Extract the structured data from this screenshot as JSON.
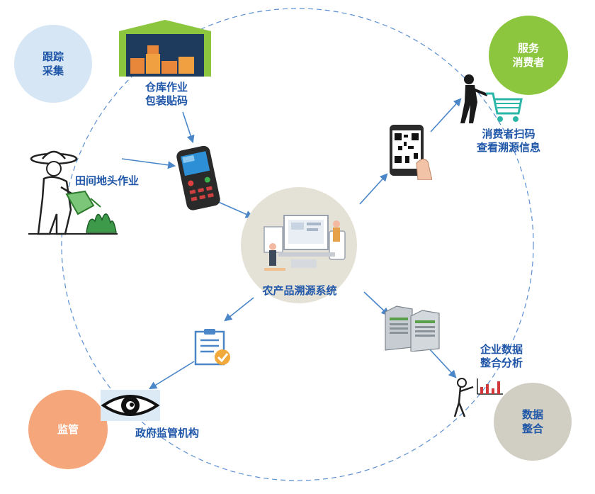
{
  "corner_circles": {
    "track": {
      "line1": "跟踪",
      "line2": "采集",
      "color": "#d6e6f4",
      "text_color": "#1f56a8"
    },
    "serve": {
      "line1": "服务",
      "line2": "消费者",
      "color": "#8cc63f",
      "text_color": "#ffffff"
    },
    "supervise": {
      "line1": "监管",
      "color": "#f5a67a",
      "text_color": "#ffffff"
    },
    "integrate": {
      "line1": "数据",
      "line2": "整合",
      "color": "#d1cfc4",
      "text_color": "#1f56a8"
    }
  },
  "center": {
    "label": "农产品溯源系统",
    "color": "#e4e1d6"
  },
  "nodes": {
    "warehouse": {
      "line1": "仓库作业",
      "line2": "包装贴码",
      "icon": "warehouse-icon"
    },
    "field": {
      "line1": "田间地头作业",
      "icon": "farmer-watering-icon"
    },
    "consumer": {
      "line1": "消费者扫码",
      "line2": "查看溯源信息",
      "icon": "shopping-cart-icon"
    },
    "enterprise": {
      "line1": "企业数据",
      "line2": "整合分析",
      "icon": "analyst-chart-icon"
    },
    "government": {
      "line1": "政府监管机构",
      "icon": "eye-icon"
    },
    "handheld": {
      "icon": "handheld-terminal-icon"
    },
    "phone": {
      "icon": "qr-phone-icon"
    },
    "servers": {
      "icon": "server-icon"
    },
    "report": {
      "icon": "report-check-icon"
    }
  },
  "colors": {
    "arrow": "#4a86c8",
    "ring": "#5b8fd1",
    "label": "#1f56a8"
  }
}
